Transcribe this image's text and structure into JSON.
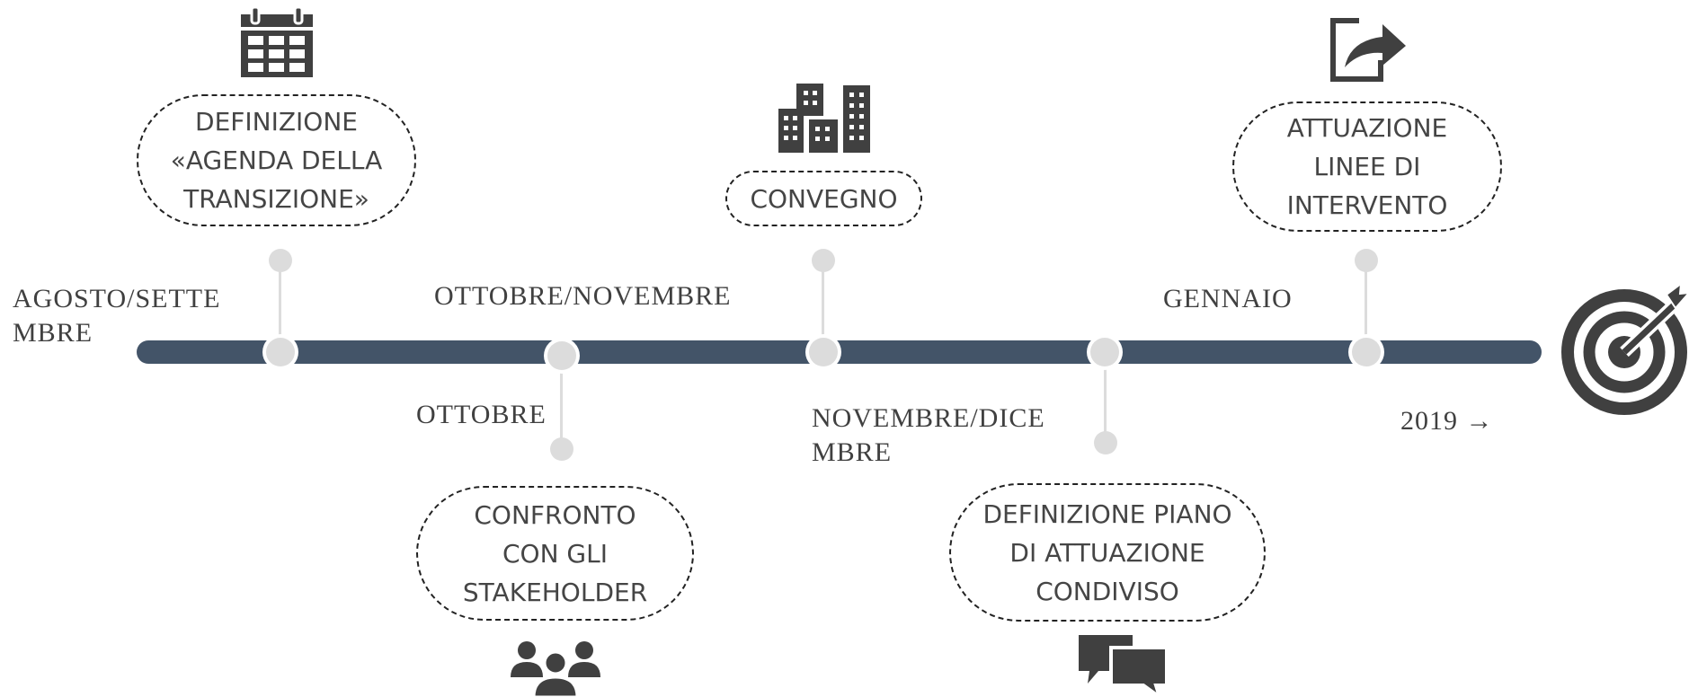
{
  "timeline": {
    "bar_color": "#435468",
    "node_color": "#dcdcdc",
    "events": [
      {
        "date": "AGOSTO/SETTE",
        "date_cont": "MBRE",
        "title": "DEFINIZIONE\n«AGENDA DELLA\nTRANSIZIONE»",
        "icon": "calendar-icon",
        "side": "above"
      },
      {
        "date": "OTTOBRE/NOVEMBRE",
        "title": "CONVEGNO",
        "icon": "buildings-icon",
        "side": "above"
      },
      {
        "date": "GENNAIO",
        "title": "ATTUAZIONE\nLINEE DI\nINTERVENTO",
        "icon": "share-icon",
        "side": "above"
      },
      {
        "date": "OTTOBRE",
        "title": "CONFRONTO\nCON GLI\nSTAKEHOLDER",
        "icon": "people-icon",
        "side": "below"
      },
      {
        "date": "NOVEMBRE/DICE",
        "date_cont": "MBRE",
        "title": "DEFINIZIONE PIANO\nDI ATTUAZIONE\nCONDIVISO",
        "icon": "chat-icon",
        "side": "below"
      }
    ],
    "end_label": "2019 →",
    "end_icon": "target-icon"
  }
}
